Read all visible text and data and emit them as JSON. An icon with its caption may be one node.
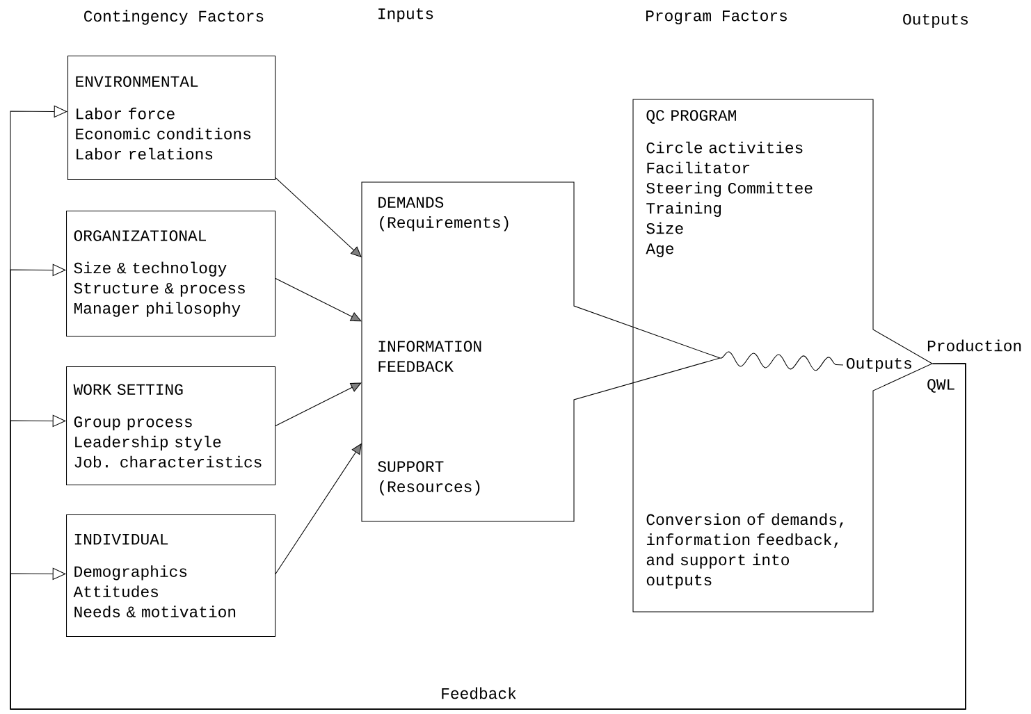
{
  "diagram": {
    "nodes": [
      {
        "text": [
          "ENVIRONMENTAL",
          "Labor force",
          "Economic conditions",
          "Labor relations"
        ]
      },
      {
        "text": [
          "ORGANIZATIONAL",
          "Size & technology",
          "Structure & process",
          "Manager philosophy"
        ]
      },
      {
        "text": [
          "WORK SETTING",
          "Group process",
          "Leadership style",
          "Job. characteristics"
        ]
      },
      {
        "text": [
          "INDIVIDUAL",
          "Demographics",
          "Attitudes",
          "Needs & motivation"
        ]
      },
      {
        "text": [
          "DEMANDS (Requirements)",
          "INFORMATION FEEDBACK",
          "SUPPORT (Resources)"
        ]
      },
      {
        "text": [
          "QC PROGRAM",
          "Circle activities",
          "Facilitator",
          "Steering Committee",
          "Training",
          "Size",
          "Age",
          "Conversion of demands, information feedback, and support into outputs"
        ]
      },
      {
        "text": [
          "Outputs"
        ],
        "in": 5
      }
    ],
    "edges": [
      {
        "from": 0,
        "to": 4,
        "arrow": "to"
      },
      {
        "from": 1,
        "to": 4,
        "arrow": "to"
      },
      {
        "from": 2,
        "to": 4,
        "arrow": "to"
      },
      {
        "from": 3,
        "to": 4,
        "arrow": "to"
      },
      {
        "from": 4,
        "to": 6,
        "arrow": "none"
      },
      {
        "from": 5,
        "to": 0,
        "arrow": "to"
      },
      {
        "from": 5,
        "to": 1,
        "arrow": "to"
      },
      {
        "from": 5,
        "to": 2,
        "arrow": "to"
      },
      {
        "from": 5,
        "to": 3,
        "arrow": "to"
      }
    ],
    "labels": [
      "Contingency Factors",
      "Inputs",
      "Program Factors",
      "Outputs",
      "Production",
      "QWL",
      "Feedback"
    ]
  }
}
